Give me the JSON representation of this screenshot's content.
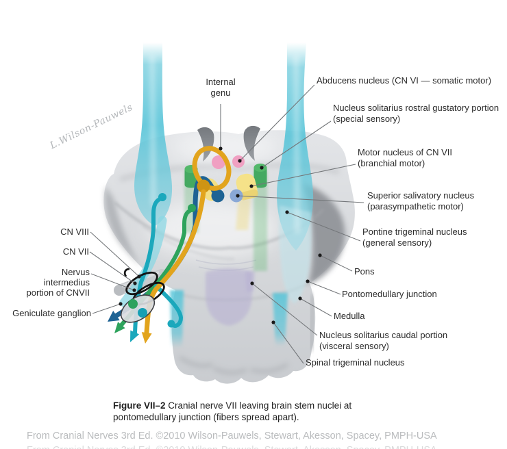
{
  "page": {
    "signature": "L.Wilson-Pauwels",
    "caption": {
      "figure_label": "Figure VII–2",
      "text": "Cranial nerve VII leaving brain stem nuclei at pontomedullary junction (fibers spread apart)."
    },
    "credit": "From Cranial Nerves 3rd Ed. ©2010 Wilson-Pauwels, Stewart, Akesson, Spacey, PMPH-USA"
  },
  "labels": {
    "internal_genu": {
      "l1": "Internal",
      "l2": "genu"
    },
    "abducens": {
      "l1": "Abducens nucleus (CN VI — somatic motor)"
    },
    "sol_rostral": {
      "l1": "Nucleus solitarius rostral gustatory portion",
      "l2": "(special sensory)"
    },
    "motor_cn7": {
      "l1": "Motor nucleus of CN VII",
      "l2": "(branchial motor)"
    },
    "sup_salivatory": {
      "l1": "Superior salivatory nucleus",
      "l2": "(parasympathetic motor)"
    },
    "pontine_trigeminal": {
      "l1": "Pontine trigeminal nucleus",
      "l2": "(general sensory)"
    },
    "pons": {
      "l1": "Pons"
    },
    "pontomedullary_junction": {
      "l1": "Pontomedullary junction"
    },
    "medulla": {
      "l1": "Medulla"
    },
    "sol_caudal": {
      "l1": "Nucleus solitarius caudal portion",
      "l2": "(visceral sensory)"
    },
    "spinal_trigeminal": {
      "l1": "Spinal trigeminal nucleus"
    },
    "cn_viii": {
      "l1": "CN VIII"
    },
    "cn_vii": {
      "l1": "CN VII"
    },
    "nervus_intermedius": {
      "l1": "Nervus",
      "l2": "intermedius",
      "l3": "portion of CNVII"
    },
    "geniculate_ganglion": {
      "l1": "Geniculate ganglion"
    }
  },
  "colors": {
    "fiber_gold": "#E2A41D",
    "fiber_teal": "#1BA8BC",
    "fiber_dark_blue": "#1E6394",
    "fiber_green": "#2EA35C",
    "nucleus_pink": "#F0A0C2",
    "nucleus_yellow": "#F5E289",
    "nucleus_blue": "#8AA8D6",
    "nucleus_green": "#4BAE66",
    "nucleus_lavender": "#B5AED2",
    "tract_cyan": "#55C3D9",
    "body_gray": "#D6D8DB",
    "label_text": "#2B2B2B",
    "credit_text": "#BABCBE"
  }
}
